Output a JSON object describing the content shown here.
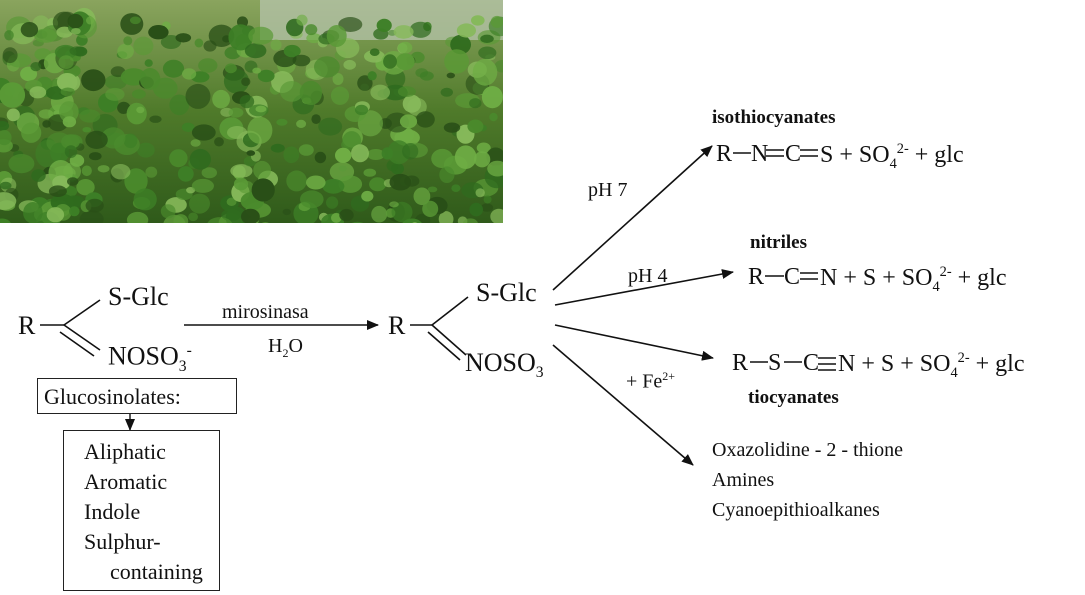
{
  "photo": {
    "alt": "plant leaves photo"
  },
  "left_structure": {
    "r": "R",
    "s_glc": "S-Glc",
    "nosos_base": "NOSO",
    "nosos_sub": "3",
    "nosos_sup": "-"
  },
  "glucosinolates_box": {
    "label": "Glucosinolates:",
    "types": [
      "Aliphatic",
      "Aromatic",
      "Indole",
      "Sulphur-",
      "containing"
    ]
  },
  "enzyme": {
    "name": "mirosinasa",
    "water_h": "H",
    "water_sub": "2",
    "water_o": "O"
  },
  "intermediate": {
    "r": "R",
    "s_glc": "S-Glc",
    "nosos_base": "NOSO",
    "nosos_sub": "3"
  },
  "isothiocyanates": {
    "title": "isothiocyanates",
    "condition": "pH 7",
    "formula_lhs": "R",
    "formula_n": "N",
    "formula_c": "C",
    "formula_s": "S + SO",
    "formula_sub": "4",
    "formula_sup": "2-",
    "formula_tail": " + glc"
  },
  "nitriles": {
    "title": "nitriles",
    "condition": "pH 4",
    "formula_r": "R",
    "formula_c": "C",
    "formula_n": "N + S + SO",
    "formula_sub": "4",
    "formula_sup": "2-",
    "formula_tail": " + glc"
  },
  "thiocyanates": {
    "title": "tiocyanates",
    "condition_base": "+ Fe",
    "condition_sup": "2+",
    "formula_r": "R",
    "formula_s": "S",
    "formula_c": "C",
    "formula_n": "N + S + SO",
    "formula_sub": "4",
    "formula_sup": "2-",
    "formula_tail": " + glc"
  },
  "other_products": [
    "Oxazolidine - 2 - thione",
    "Amines",
    "Cyanoepithioalkanes"
  ]
}
